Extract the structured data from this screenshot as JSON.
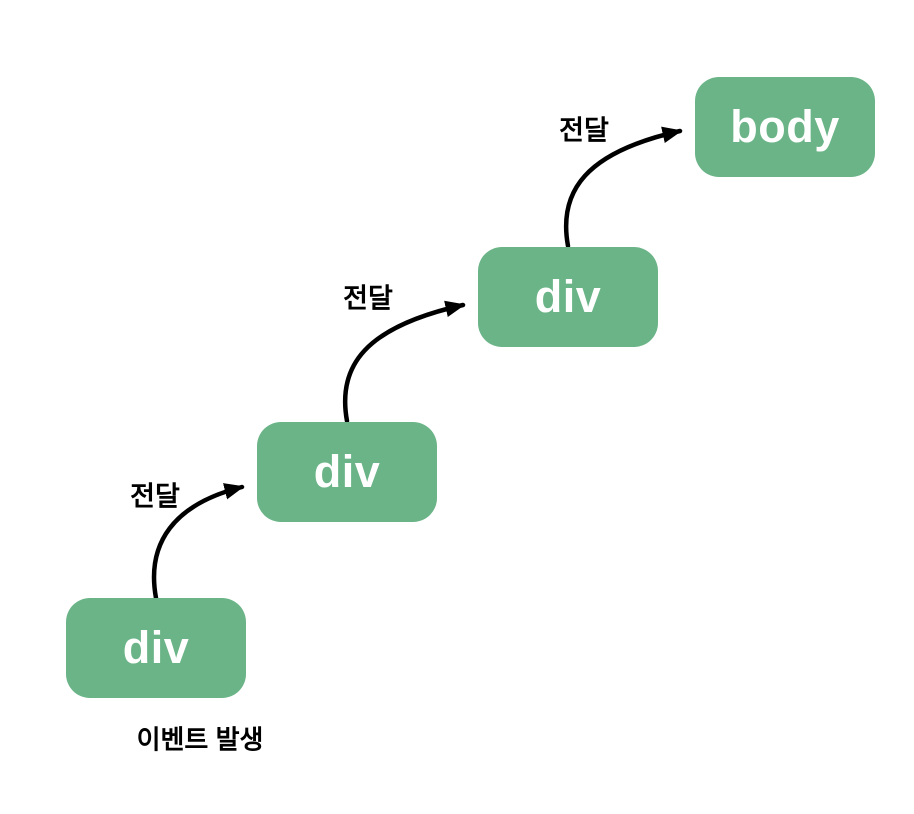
{
  "diagram": {
    "type": "event-bubbling-flow",
    "nodes": [
      {
        "id": "div-1",
        "label": "div",
        "caption": "이벤트 발생"
      },
      {
        "id": "div-2",
        "label": "div"
      },
      {
        "id": "div-3",
        "label": "div"
      },
      {
        "id": "body",
        "label": "body"
      }
    ],
    "edges": [
      {
        "from": "div-1",
        "to": "div-2",
        "label": "전달"
      },
      {
        "from": "div-2",
        "to": "div-3",
        "label": "전달"
      },
      {
        "from": "div-3",
        "to": "body",
        "label": "전달"
      }
    ],
    "colors": {
      "node_fill": "#6ab487",
      "node_text": "#ffffff",
      "arrow": "#000000",
      "label_text": "#000000",
      "background": "#ffffff"
    }
  }
}
